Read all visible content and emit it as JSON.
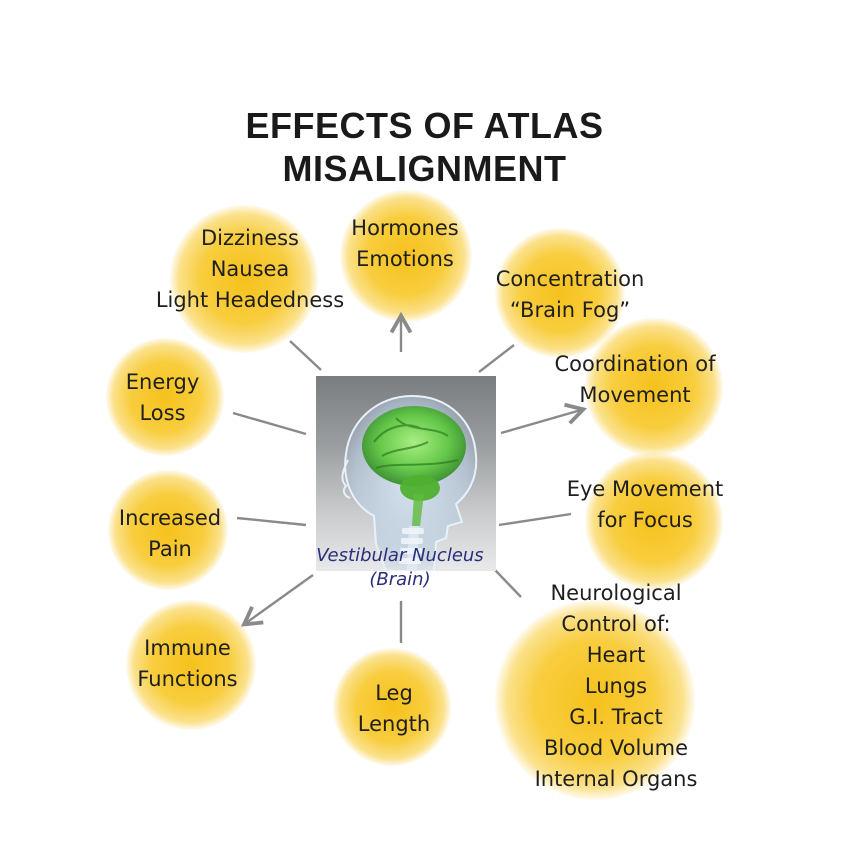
{
  "title": {
    "line1": "EFFECTS OF ATLAS",
    "line2": "MISALIGNMENT"
  },
  "center": {
    "caption_line1": "Vestibular Nucleus",
    "caption_line2": "(Brain)"
  },
  "effects": {
    "dizziness": [
      "Dizziness",
      "Nausea",
      "Light Headedness"
    ],
    "hormones": [
      "Hormones",
      "Emotions"
    ],
    "concentration": [
      "Concentration",
      "“Brain Fog”"
    ],
    "energy": [
      "Energy",
      "Loss"
    ],
    "coordination": [
      "Coordination of",
      "Movement"
    ],
    "pain": [
      "Increased",
      "Pain"
    ],
    "eye": [
      "Eye Movement",
      "for Focus"
    ],
    "immune": [
      "Immune",
      "Functions"
    ],
    "leg": [
      "Leg",
      "Length"
    ],
    "neuro": [
      "Neurological",
      "Control of:",
      "Heart",
      "Lungs",
      "G.I. Tract",
      "Blood Volume",
      "Internal Organs"
    ]
  },
  "colors": {
    "glow": "#f6c11c",
    "connector": "#8a8a8a",
    "caption": "#2b2e7a"
  }
}
